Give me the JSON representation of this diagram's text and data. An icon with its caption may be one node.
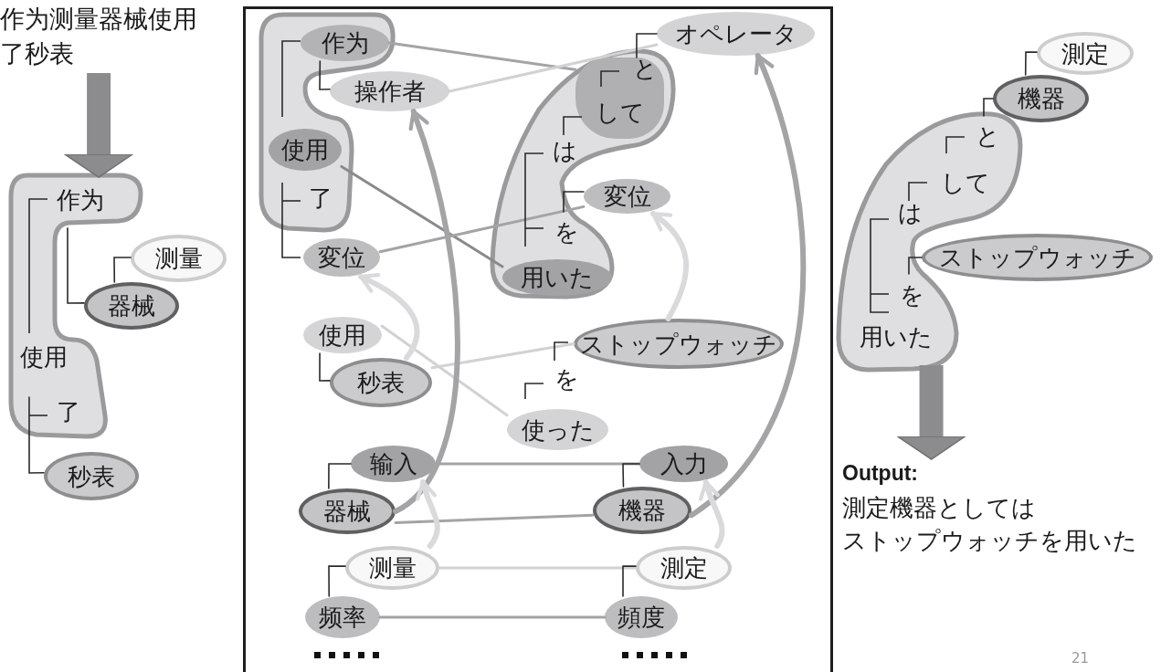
{
  "diagram": {
    "nodes": [
      {
        "text": [
          "作为测量器械使用了秒表"
        ]
      },
      {
        "text": [
          "作为",
          "使用",
          "了"
        ]
      },
      {
        "text": [
          "测量"
        ]
      },
      {
        "text": [
          "器械"
        ]
      },
      {
        "text": [
          "秒表"
        ]
      },
      {
        "text": [],
        "shape": "box"
      },
      {
        "text": [
          "了"
        ],
        "in": 5
      },
      {
        "text": [
          "作为"
        ],
        "in": 6
      },
      {
        "text": [
          "操作者"
        ],
        "in": 5
      },
      {
        "text": [
          "使用"
        ],
        "in": 6
      },
      {
        "text": [
          "変位"
        ],
        "in": 5
      },
      {
        "text": [
          "は",
          "を"
        ],
        "in": 5
      },
      {
        "text": [
          "と",
          "して"
        ],
        "in": 11
      },
      {
        "text": [
          "変位"
        ],
        "in": 5
      },
      {
        "text": [
          "用いた"
        ],
        "in": 11
      },
      {
        "text": [
          "オペレータ"
        ],
        "in": 5
      },
      {
        "text": [
          "使用"
        ],
        "in": 5
      },
      {
        "text": [
          "秒表"
        ],
        "in": 5
      },
      {
        "text": [
          "ストップウォッチ"
        ],
        "in": 5
      },
      {
        "text": [
          "使った"
        ],
        "in": 5
      },
      {
        "text": [
          "输入"
        ],
        "in": 5
      },
      {
        "text": [
          "入力"
        ],
        "in": 5
      },
      {
        "text": [
          "器械"
        ],
        "in": 5
      },
      {
        "text": [
          "機器"
        ],
        "in": 5
      },
      {
        "text": [
          "测量"
        ],
        "in": 5
      },
      {
        "text": [
          "測定"
        ],
        "in": 5
      },
      {
        "text": [
          "频率"
        ],
        "in": 5
      },
      {
        "text": [
          "頻度"
        ],
        "in": 5
      },
      {
        "text": [
          "測定"
        ]
      },
      {
        "text": [
          "機器"
        ]
      },
      {
        "text": [
          "と",
          "して",
          "は",
          "を",
          "用いた"
        ]
      },
      {
        "text": [
          "ストップウォッチ"
        ]
      },
      {
        "text": [
          "Output:",
          "測定機器としては",
          "ストップウォッチを用いた"
        ]
      }
    ],
    "edges": [
      {
        "from": 0,
        "to": 1,
        "arrow": "to",
        "style": "thick",
        "color": "#8c8c8e"
      },
      {
        "from": 7,
        "to": 12,
        "arrow": "none",
        "color": "#a4a4a6"
      },
      {
        "from": 8,
        "to": 15,
        "arrow": "none",
        "color": "#d2d2d4"
      },
      {
        "from": 9,
        "to": 14,
        "arrow": "none",
        "color": "#8a8a8c"
      },
      {
        "from": 10,
        "to": 13,
        "arrow": "none",
        "color": "#a4a4a6"
      },
      {
        "from": 16,
        "to": 19,
        "arrow": "none",
        "color": "#d2d2d4"
      },
      {
        "from": 17,
        "to": 18,
        "arrow": "none",
        "color": "#d2d2d4"
      },
      {
        "from": 20,
        "to": 21,
        "arrow": "none",
        "color": "#a4a4a6"
      },
      {
        "from": 22,
        "to": 23,
        "arrow": "none",
        "color": "#a4a4a6"
      },
      {
        "from": 24,
        "to": 25,
        "arrow": "none",
        "color": "#d2d2d4"
      },
      {
        "from": 26,
        "to": 27,
        "arrow": "none",
        "color": "#a4a4a6"
      },
      {
        "from": 22,
        "to": 8,
        "arrow": "to",
        "style": "thick",
        "color": "#a4a4a6"
      },
      {
        "from": 23,
        "to": 15,
        "arrow": "to",
        "style": "thick",
        "color": "#a4a4a6"
      },
      {
        "from": 17,
        "to": 10,
        "arrow": "to",
        "style": "thick",
        "color": "#dadadc"
      },
      {
        "from": 18,
        "to": 13,
        "arrow": "to",
        "style": "thick",
        "color": "#dadadc"
      },
      {
        "from": 24,
        "to": 20,
        "arrow": "to",
        "style": "thick",
        "color": "#dadadc"
      },
      {
        "from": 25,
        "to": 21,
        "arrow": "to",
        "style": "thick",
        "color": "#dadadc"
      },
      {
        "from": 30,
        "to": 32,
        "arrow": "to",
        "style": "thick",
        "color": "#8c8c8e"
      },
      {
        "from": 1,
        "to": 4,
        "arrow": "none"
      },
      {
        "from": 1,
        "to": 3,
        "arrow": "none"
      },
      {
        "from": 3,
        "to": 2,
        "arrow": "none"
      },
      {
        "from": 7,
        "to": 8,
        "arrow": "none"
      },
      {
        "from": 16,
        "to": 17,
        "arrow": "none"
      },
      {
        "from": 15,
        "to": 12,
        "arrow": "none"
      },
      {
        "from": 11,
        "to": 13,
        "arrow": "none"
      },
      {
        "from": 22,
        "to": 20,
        "arrow": "none"
      },
      {
        "from": 23,
        "to": 21,
        "arrow": "none"
      },
      {
        "from": 26,
        "to": 24,
        "arrow": "none"
      },
      {
        "from": 27,
        "to": 25,
        "arrow": "none"
      },
      {
        "from": 29,
        "to": 28,
        "arrow": "none"
      },
      {
        "from": 30,
        "to": 29,
        "arrow": "none"
      },
      {
        "from": 30,
        "to": 31,
        "arrow": "none"
      }
    ],
    "labels": [
      "を",
      "21"
    ]
  }
}
